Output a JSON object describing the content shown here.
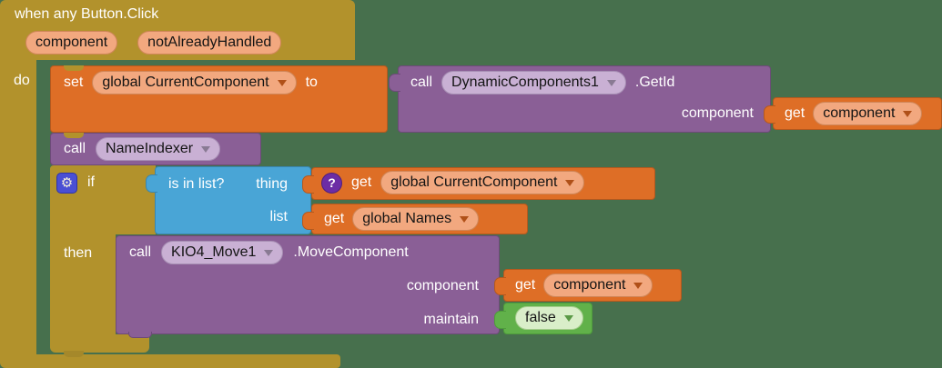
{
  "background_color": "#47704d",
  "accent_colors": {
    "event_gold": "#b2922c",
    "variable_orange": "#de6e26",
    "component_purple": "#8a5f96",
    "list_blue": "#49a5d6",
    "logic_green": "#61b14a"
  },
  "icons": {
    "gear": "⚙",
    "help": "?"
  },
  "when_block": {
    "title": "when any Button.Click",
    "param1": "component",
    "param2": "notAlreadyHandled",
    "do_label": "do"
  },
  "set_block": {
    "set": "set",
    "variable": "global CurrentComponent",
    "to": "to"
  },
  "getid_block": {
    "call": "call",
    "component_name": "DynamicComponents1",
    "method": ".GetId",
    "arg_label": "component"
  },
  "get_component_top": {
    "get": "get",
    "variable": "component"
  },
  "nameindexer_block": {
    "call": "call",
    "procedure": "NameIndexer"
  },
  "if_block": {
    "if": "if",
    "then": "then"
  },
  "is_in_list_block": {
    "label": "is in list?",
    "thing_label": "thing",
    "list_label": "list"
  },
  "get_current_component": {
    "get": "get",
    "variable": "global CurrentComponent"
  },
  "get_names_block": {
    "get": "get",
    "variable": "global Names"
  },
  "move_block": {
    "call": "call",
    "component_name": "KIO4_Move1",
    "method": ".MoveComponent",
    "arg1": "component",
    "arg2": "maintain"
  },
  "get_component_inner": {
    "get": "get",
    "variable": "component"
  },
  "false_block": {
    "value": "false"
  }
}
